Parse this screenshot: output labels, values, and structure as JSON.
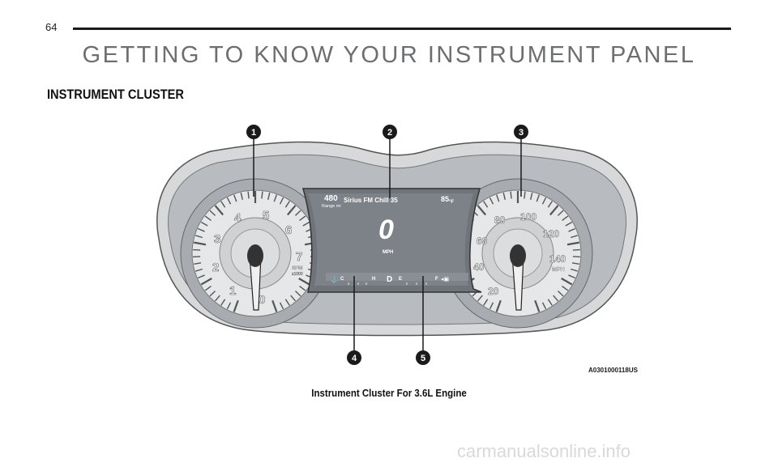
{
  "page": {
    "number": "64"
  },
  "header": {
    "title": "GETTING TO KNOW YOUR INSTRUMENT PANEL"
  },
  "section": {
    "heading": "INSTRUMENT CLUSTER"
  },
  "figure": {
    "callouts": [
      "1",
      "2",
      "3",
      "4",
      "5"
    ],
    "tachometer": {
      "numbers": [
        "0",
        "1",
        "2",
        "3",
        "4",
        "5",
        "6",
        "7"
      ],
      "unit_line1": "RPM",
      "unit_line2": "x1000"
    },
    "speedometer": {
      "numbers": [
        "20",
        "40",
        "60",
        "80",
        "100",
        "120",
        "140"
      ],
      "unit": "MPH"
    },
    "display": {
      "range_value": "480",
      "range_label": "Range mi",
      "radio": "Sirius FM Chill 35",
      "temperature": "85",
      "temperature_unit": "°F",
      "speed": "0",
      "speed_unit": "MPH",
      "coolant_low": "C",
      "coolant_high": "H",
      "gear": "D",
      "fuel_empty": "E",
      "fuel_full": "F"
    },
    "image_code": "A0301000118US"
  },
  "caption": {
    "text": "Instrument Cluster For 3.6L Engine"
  },
  "watermark": {
    "text": "carmanualsonline.info"
  },
  "colors": {
    "title_gray": "#6d6e71",
    "rule": "#1a1a1a",
    "callout": "#1a1a1a",
    "bezel": "#b8bbbf"
  }
}
